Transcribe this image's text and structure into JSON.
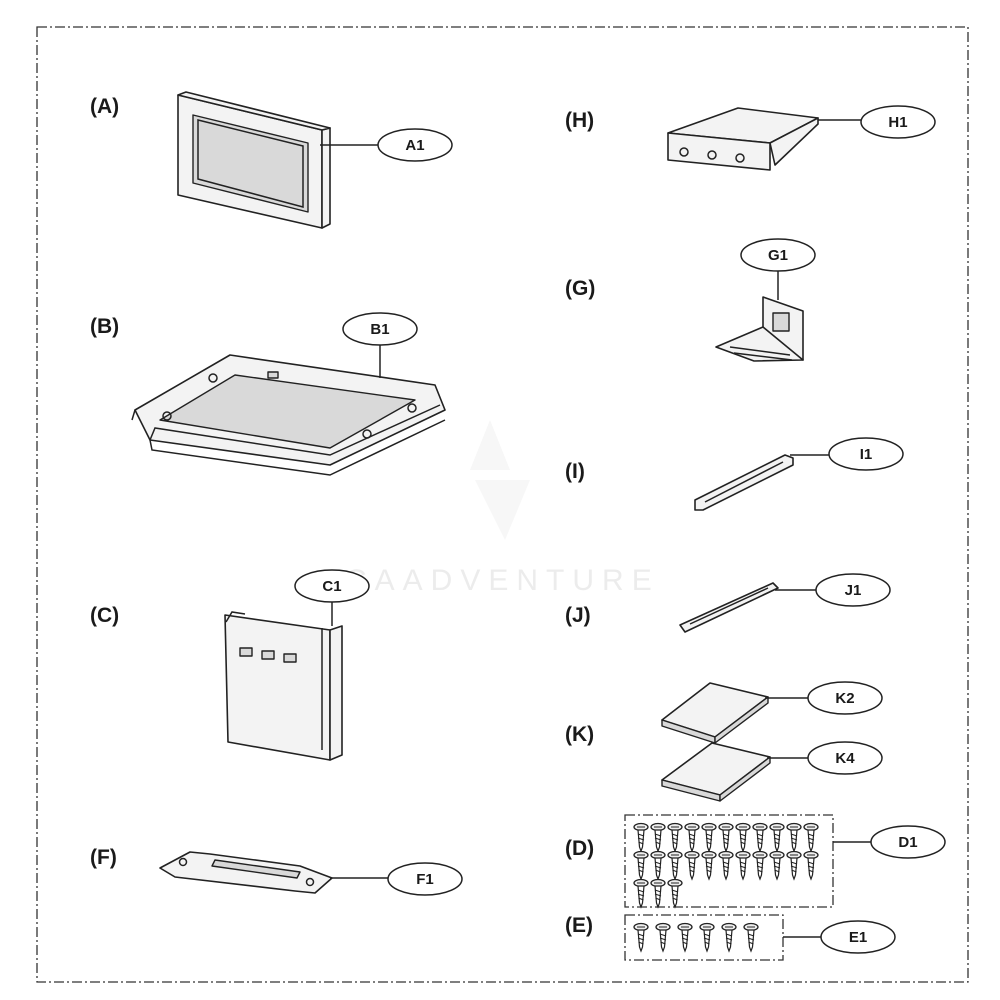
{
  "watermark": "CAADVENTURE",
  "parts": [
    {
      "group": "(A)",
      "callouts": [
        "A1"
      ]
    },
    {
      "group": "(B)",
      "callouts": [
        "B1"
      ]
    },
    {
      "group": "(C)",
      "callouts": [
        "C1"
      ]
    },
    {
      "group": "(F)",
      "callouts": [
        "F1"
      ]
    },
    {
      "group": "(H)",
      "callouts": [
        "H1"
      ]
    },
    {
      "group": "(G)",
      "callouts": [
        "G1"
      ]
    },
    {
      "group": "(I)",
      "callouts": [
        "I1"
      ]
    },
    {
      "group": "(J)",
      "callouts": [
        "J1"
      ]
    },
    {
      "group": "(K)",
      "callouts": [
        "K2",
        "K4"
      ]
    },
    {
      "group": "(D)",
      "callouts": [
        "D1"
      ]
    },
    {
      "group": "(E)",
      "callouts": [
        "E1"
      ]
    }
  ],
  "screws": {
    "d_count": 25,
    "e_count": 6
  }
}
